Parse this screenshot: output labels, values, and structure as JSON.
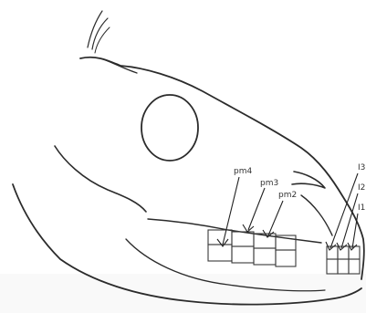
{
  "figure": {
    "background": "#ffffff",
    "ink_color": "#2b2b2b",
    "labels": {
      "pm4": "pm4",
      "pm3": "pm3",
      "pm2": "pm2",
      "i3": "I3",
      "i2": "I2",
      "i1": "I1"
    }
  }
}
